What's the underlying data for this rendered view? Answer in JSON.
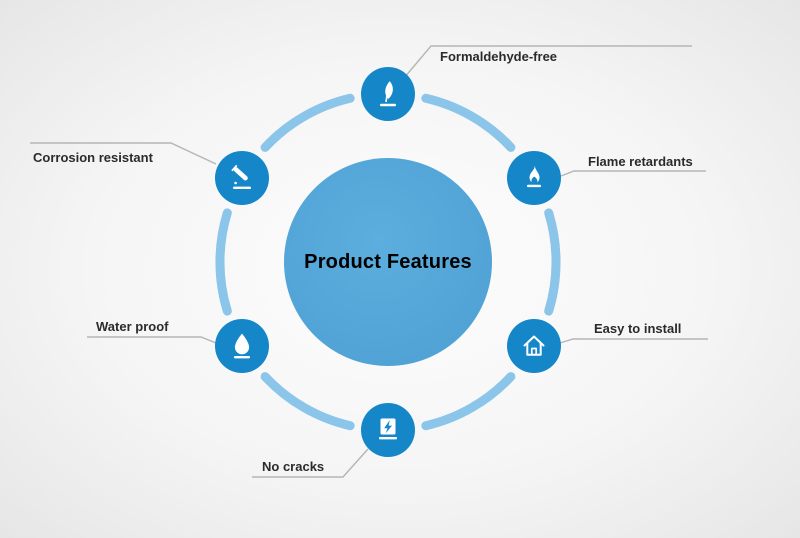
{
  "center": {
    "title": "Product Features"
  },
  "features": [
    {
      "id": "formaldehyde-free",
      "label": "Formaldehyde-free",
      "icon": "leaf-icon",
      "position": "top"
    },
    {
      "id": "flame-retardants",
      "label": "Flame retardants",
      "icon": "flame-icon",
      "position": "upper-right"
    },
    {
      "id": "easy-to-install",
      "label": "Easy to install",
      "icon": "house-icon",
      "position": "lower-right"
    },
    {
      "id": "no-cracks",
      "label": "No cracks",
      "icon": "lightning-icon",
      "position": "bottom"
    },
    {
      "id": "water-proof",
      "label": "Water proof",
      "icon": "water-drop-icon",
      "position": "lower-left"
    },
    {
      "id": "corrosion-resistant",
      "label": "Corrosion resistant",
      "icon": "test-tube-icon",
      "position": "upper-left"
    }
  ],
  "palette": {
    "center-circle": "#4d9fd3",
    "center-circle-hi": "#5caede",
    "ring": "#8bc5ea",
    "node": "#1587c9",
    "line": "#b5b5b5",
    "label": "#2b2b2b",
    "title": "#000000"
  }
}
